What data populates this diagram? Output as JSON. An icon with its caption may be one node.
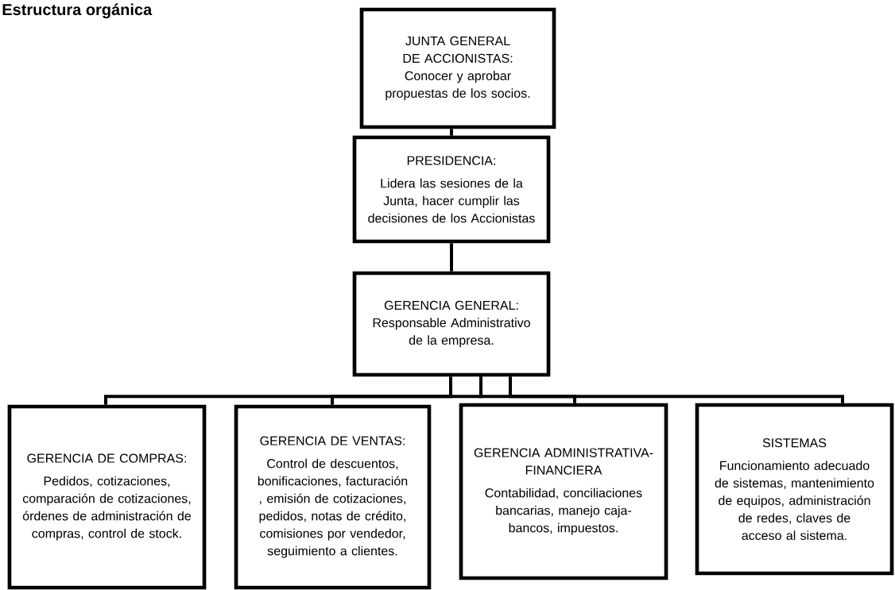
{
  "diagram": {
    "title": "Estructura orgánica",
    "nodes": [
      {
        "text": [
          "JUNTA GENERAL DE ACCIONISTAS: Conocer y aprobar propuestas de los socios."
        ]
      },
      {
        "text": [
          "PRESIDENCIA:",
          "Lidera las sesiones de la Junta, hacer cumplir las decisiones de los Accionistas"
        ]
      },
      {
        "text": [
          "GERENCIA GENERAL: Responsable Administrativo de la empresa."
        ]
      },
      {
        "text": [
          "GERENCIA DE COMPRAS:",
          "Pedidos, cotizaciones, comparación de cotizaciones, órdenes de administración de compras, control de stock."
        ]
      },
      {
        "text": [
          "GERENCIA DE VENTAS:",
          "Control de descuentos, bonificaciones, facturación , emisión de cotizaciones, pedidos, notas de crédito, comisiones por vendedor, seguimiento a clientes."
        ]
      },
      {
        "text": [
          "GERENCIA ADMINISTRATIVA-FINANCIERA",
          "Contabilidad, conciliaciones bancarias, manejo caja-bancos, impuestos."
        ]
      },
      {
        "text": [
          "SISTEMAS",
          "Funcionamiento adecuado de sistemas, mantenimiento de equipos, administración de redes, claves de acceso al sistema."
        ]
      }
    ],
    "edges": [
      {
        "from": 0,
        "to": 1,
        "arrow": "none"
      },
      {
        "from": 1,
        "to": 2,
        "arrow": "none"
      },
      {
        "from": 2,
        "to": 3,
        "arrow": "none"
      },
      {
        "from": 2,
        "to": 4,
        "arrow": "none"
      },
      {
        "from": 2,
        "to": 5,
        "arrow": "none"
      },
      {
        "from": 2,
        "to": 6,
        "arrow": "none"
      }
    ]
  }
}
